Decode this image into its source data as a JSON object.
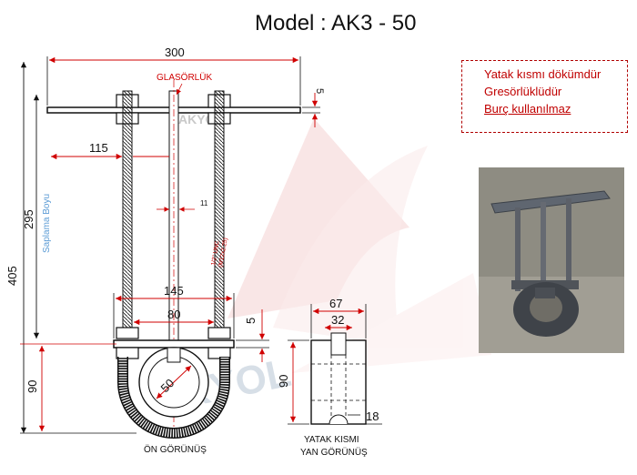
{
  "title": "Model : AK3 - 50",
  "notes": [
    "Yatak kısmı dökümdür",
    "Gresörlüklüdür",
    "Burç kullanılmaz"
  ],
  "watermark": "AKYOL",
  "front_view": {
    "caption": "ÖN GÖRÜNÜŞ",
    "grease_label": "GLASÖRLÜK",
    "stud_label": "Saplama Boyu",
    "thread_label_1": "1/2\" UNC",
    "thread_label_2": "(M12x2.25)",
    "dims": {
      "width": "300",
      "plate_thickness": "5",
      "stud_offset": "115",
      "stud_length": "295",
      "total_height": "405",
      "hole": "11",
      "span_outer": "145",
      "span_inner": "80",
      "lower_plate": "5",
      "bottom_height": "90",
      "pipe_diameter": "50"
    }
  },
  "side_view": {
    "caption_line1": "YATAK KISMI",
    "caption_line2": "YAN GÖRÜNÜŞ",
    "dims": {
      "outer_width": "67",
      "inner_width": "32",
      "height": "90",
      "bottom_gap": "18"
    }
  },
  "colors": {
    "dimension_red": "#d00000",
    "line_black": "#111111",
    "note_red": "#c00000",
    "stud_label_blue": "#5b9bd5"
  }
}
